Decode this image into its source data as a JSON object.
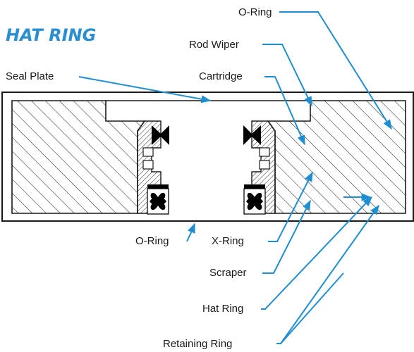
{
  "title": "HAT RING",
  "colors": {
    "title": "#2a8fd0",
    "leader": "#1f8ed0",
    "outline": "#1a1a1a",
    "hatch": "#1a1a1a",
    "seal": "#000000"
  },
  "labels": {
    "o_ring_top": "O-Ring",
    "rod_wiper": "Rod Wiper",
    "seal_plate": "Seal Plate",
    "cartridge": "Cartridge",
    "o_ring_bottom": "O-Ring",
    "x_ring": "X-Ring",
    "scraper": "Scraper",
    "hat_ring": "Hat Ring",
    "retaining_ring": "Retaining Ring"
  }
}
